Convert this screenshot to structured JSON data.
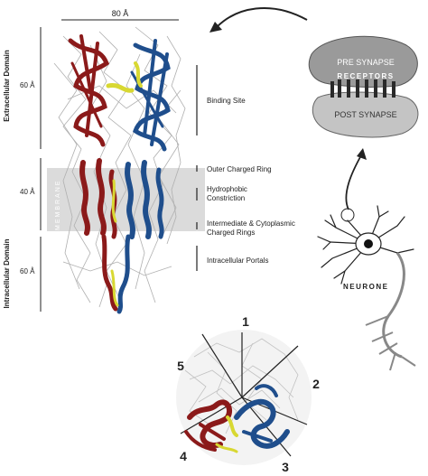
{
  "dimensions": {
    "width_label": "80 Å",
    "extracellular_height": "60 Å",
    "membrane_height": "40 Å",
    "intracellular_height": "60 Å"
  },
  "domains": {
    "extracellular": "Extracellular Domain",
    "intracellular": "Intracellular Domain",
    "membrane": "MEMBRANE"
  },
  "regions": [
    "Binding Site",
    "Outer Charged Ring",
    "Hydrophobic",
    "Constriction",
    "Intermediate & Cytoplasmic",
    "Charged Rings",
    "Intracellular Portals"
  ],
  "synapse": {
    "pre": "PRE SYNAPSE",
    "receptors": "RECEPTORS",
    "post": "POST SYNAPSE"
  },
  "neurone_label": "NEURONE",
  "subunits": [
    "1",
    "2",
    "3",
    "4",
    "5"
  ],
  "colors": {
    "red_subunit": "#8b1a1a",
    "blue_subunit": "#1f4e8c",
    "yellow_highlight": "#d8d832",
    "membrane_band": "#cfcfcf",
    "gray_trace": "#b5b5b5"
  }
}
